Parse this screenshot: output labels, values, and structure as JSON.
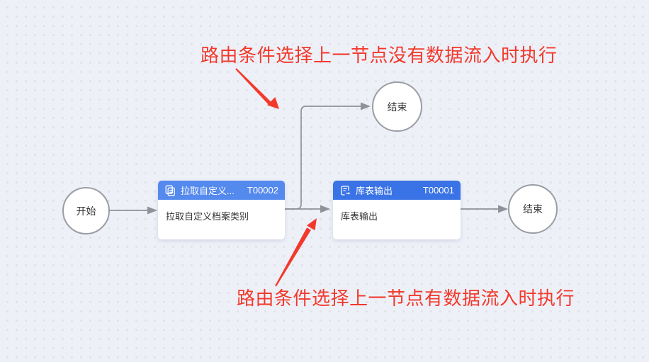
{
  "colors": {
    "background": "#eef0f8",
    "dot": "#e0e2ea",
    "connector": "#8f9296",
    "annotation_red": "#f2392b",
    "task1_header": "#5489ee",
    "task2_header": "#3a73e6",
    "node_border": "#9a9da3",
    "body_text": "#333333"
  },
  "annotations": {
    "top_label": "路由条件选择上一节点没有数据流入时执行",
    "bottom_label": "路由条件选择上一节点有数据流入时执行"
  },
  "nodes": {
    "start": {
      "label": "开始"
    },
    "task1": {
      "title": "拉取自定义...",
      "code": "T00002",
      "body": "拉取自定义档案类别"
    },
    "task2": {
      "title": "库表输出",
      "code": "T00001",
      "body": "库表输出"
    },
    "end_top": {
      "label": "结束"
    },
    "end_right": {
      "label": "结束"
    }
  }
}
